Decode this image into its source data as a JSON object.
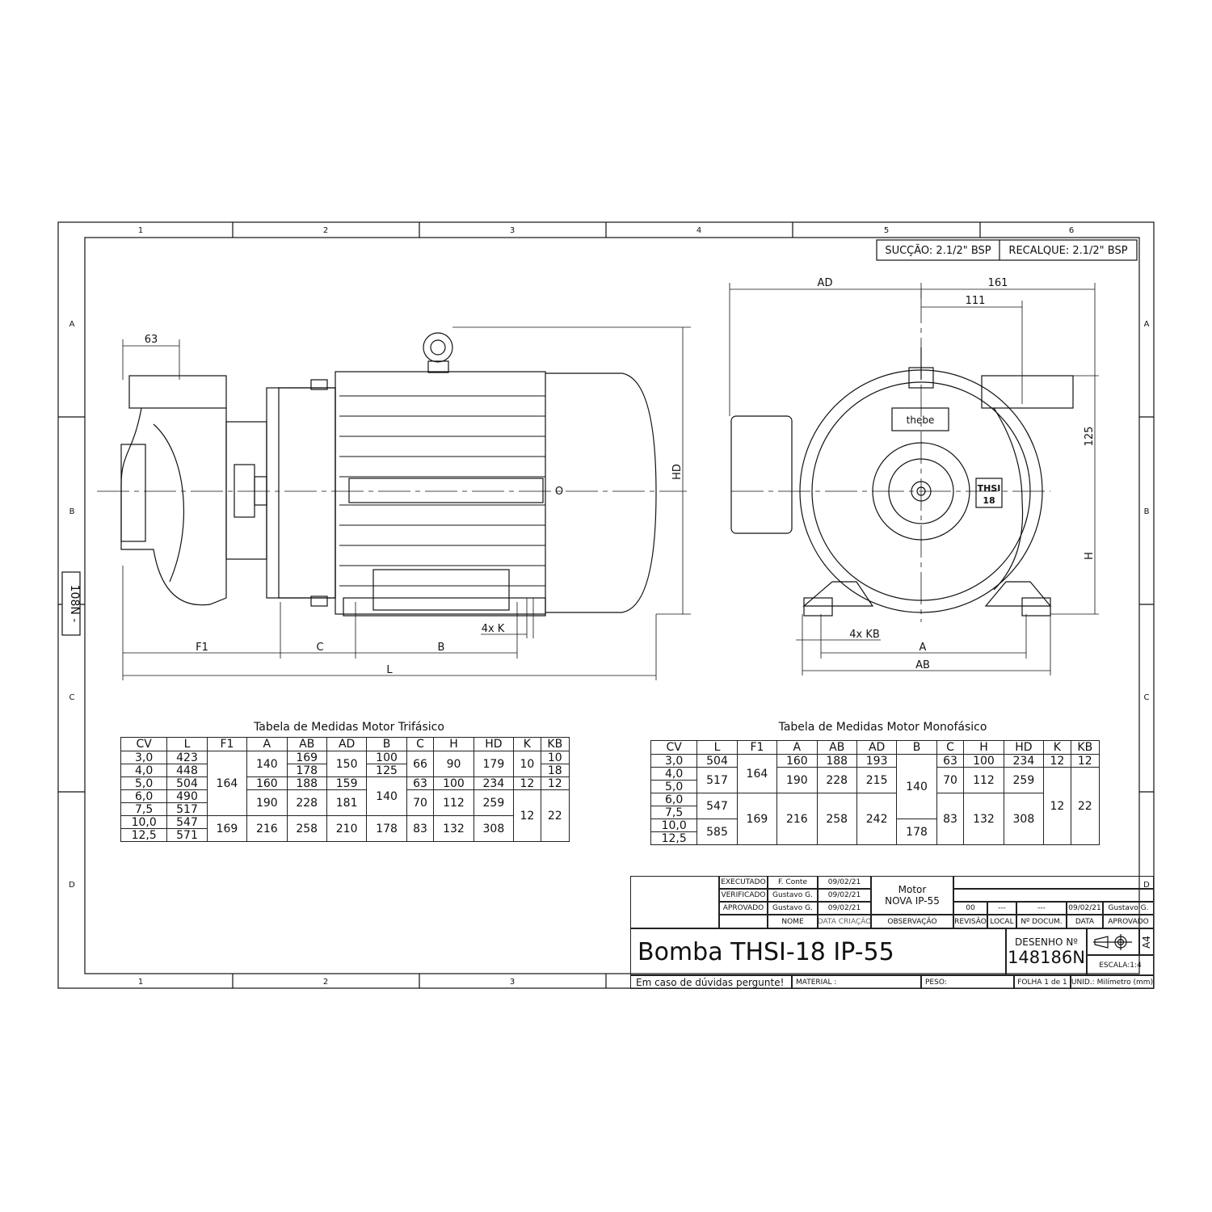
{
  "frame": {
    "columns": [
      "1",
      "2",
      "3",
      "4",
      "5",
      "6"
    ],
    "rows": [
      "A",
      "B",
      "C",
      "D"
    ],
    "side_code": "108N -"
  },
  "header": {
    "suction": "SUCÇÃO: 2.1/2\" BSP",
    "discharge": "RECALQUE: 2.1/2\" BSP"
  },
  "side_view": {
    "dim_63": "63",
    "dim_HD": "HD",
    "dim_F1": "F1",
    "dim_C": "C",
    "dim_B": "B",
    "dim_L": "L",
    "dim_4xK": "4x K",
    "axis_mark": "O"
  },
  "front_view": {
    "dim_AD": "AD",
    "dim_161": "161",
    "dim_111": "111",
    "dim_125": "125",
    "dim_H": "H",
    "dim_4xKB": "4x KB",
    "dim_A": "A",
    "dim_AB": "AB",
    "brand": "thebe",
    "model_badge_1": "THSI",
    "model_badge_2": "18"
  },
  "tables": [
    {
      "title": "Tabela de Medidas Motor Trifásico",
      "headers": [
        "CV",
        "L",
        "F1",
        "A",
        "AB",
        "AD",
        "B",
        "C",
        "H",
        "HD",
        "K",
        "KB"
      ],
      "columns": [
        [
          {
            "v": "3,0",
            "s": 1
          },
          {
            "v": "4,0",
            "s": 1
          },
          {
            "v": "5,0",
            "s": 1
          },
          {
            "v": "6,0",
            "s": 1
          },
          {
            "v": "7,5",
            "s": 1
          },
          {
            "v": "10,0",
            "s": 1
          },
          {
            "v": "12,5",
            "s": 1
          }
        ],
        [
          {
            "v": "423",
            "s": 1
          },
          {
            "v": "448",
            "s": 1
          },
          {
            "v": "504",
            "s": 1
          },
          {
            "v": "490",
            "s": 1
          },
          {
            "v": "517",
            "s": 1
          },
          {
            "v": "547",
            "s": 1
          },
          {
            "v": "571",
            "s": 1
          }
        ],
        [
          {
            "v": "164",
            "s": 5
          },
          {
            "v": "169",
            "s": 2
          }
        ],
        [
          {
            "v": "140",
            "s": 2
          },
          {
            "v": "160",
            "s": 1
          },
          {
            "v": "190",
            "s": 2
          },
          {
            "v": "216",
            "s": 2
          }
        ],
        [
          {
            "v": "169",
            "s": 1
          },
          {
            "v": "178",
            "s": 1
          },
          {
            "v": "188",
            "s": 1
          },
          {
            "v": "228",
            "s": 2
          },
          {
            "v": "258",
            "s": 2
          }
        ],
        [
          {
            "v": "150",
            "s": 2
          },
          {
            "v": "159",
            "s": 1
          },
          {
            "v": "181",
            "s": 2
          },
          {
            "v": "210",
            "s": 2
          }
        ],
        [
          {
            "v": "100",
            "s": 1
          },
          {
            "v": "125",
            "s": 1
          },
          {
            "v": "140",
            "s": 3
          },
          {
            "v": "178",
            "s": 2
          }
        ],
        [
          {
            "v": "66",
            "s": 2
          },
          {
            "v": "63",
            "s": 1
          },
          {
            "v": "70",
            "s": 2
          },
          {
            "v": "83",
            "s": 2
          }
        ],
        [
          {
            "v": "90",
            "s": 2
          },
          {
            "v": "100",
            "s": 1
          },
          {
            "v": "112",
            "s": 2
          },
          {
            "v": "132",
            "s": 2
          }
        ],
        [
          {
            "v": "179",
            "s": 2
          },
          {
            "v": "234",
            "s": 1
          },
          {
            "v": "259",
            "s": 2
          },
          {
            "v": "308",
            "s": 2
          }
        ],
        [
          {
            "v": "10",
            "s": 2
          },
          {
            "v": "12",
            "s": 1
          },
          {
            "v": "12",
            "s": 4
          }
        ],
        [
          {
            "v": "10",
            "s": 1
          },
          {
            "v": "18",
            "s": 1
          },
          {
            "v": "12",
            "s": 1
          },
          {
            "v": "22",
            "s": 4
          }
        ]
      ]
    },
    {
      "title": "Tabela de Medidas Motor Monofásico",
      "headers": [
        "CV",
        "L",
        "F1",
        "A",
        "AB",
        "AD",
        "B",
        "C",
        "H",
        "HD",
        "K",
        "KB"
      ],
      "columns": [
        [
          {
            "v": "3,0",
            "s": 1
          },
          {
            "v": "4,0",
            "s": 1
          },
          {
            "v": "5,0",
            "s": 1
          },
          {
            "v": "6,0",
            "s": 1
          },
          {
            "v": "7,5",
            "s": 1
          },
          {
            "v": "10,0",
            "s": 1
          },
          {
            "v": "12,5",
            "s": 1
          }
        ],
        [
          {
            "v": "504",
            "s": 1
          },
          {
            "v": "517",
            "s": 2
          },
          {
            "v": "547",
            "s": 2
          },
          {
            "v": "585",
            "s": 2
          }
        ],
        [
          {
            "v": "164",
            "s": 3
          },
          {
            "v": "169",
            "s": 4
          }
        ],
        [
          {
            "v": "160",
            "s": 1
          },
          {
            "v": "190",
            "s": 2
          },
          {
            "v": "216",
            "s": 4
          }
        ],
        [
          {
            "v": "188",
            "s": 1
          },
          {
            "v": "228",
            "s": 2
          },
          {
            "v": "258",
            "s": 4
          }
        ],
        [
          {
            "v": "193",
            "s": 1
          },
          {
            "v": "215",
            "s": 2
          },
          {
            "v": "242",
            "s": 4
          }
        ],
        [
          {
            "v": "140",
            "s": 5
          },
          {
            "v": "178",
            "s": 2
          }
        ],
        [
          {
            "v": "63",
            "s": 1
          },
          {
            "v": "70",
            "s": 2
          },
          {
            "v": "83",
            "s": 4
          }
        ],
        [
          {
            "v": "100",
            "s": 1
          },
          {
            "v": "112",
            "s": 2
          },
          {
            "v": "132",
            "s": 4
          }
        ],
        [
          {
            "v": "234",
            "s": 1
          },
          {
            "v": "259",
            "s": 2
          },
          {
            "v": "308",
            "s": 4
          }
        ],
        [
          {
            "v": "12",
            "s": 1
          },
          {
            "v": "12",
            "s": 6
          }
        ],
        [
          {
            "v": "12",
            "s": 1
          },
          {
            "v": "22",
            "s": 6
          }
        ]
      ]
    }
  ],
  "title_block": {
    "roles": [
      "EXECUTADO",
      "VERIFICADO",
      "APROVADO"
    ],
    "names": [
      "F. Conte",
      "Gustavo G.",
      "Gustavo G."
    ],
    "dates": [
      "09/02/21",
      "09/02/21",
      "09/02/21"
    ],
    "observation_1": "Motor",
    "observation_2": "NOVA IP-55",
    "col_name": "NOME",
    "col_date": "DATA CRIAÇÃO",
    "col_obs": "OBSERVAÇÃO",
    "revision": {
      "rev": "00",
      "local": "---",
      "doc": "---",
      "date": "09/02/21",
      "approved": "Gustavo G."
    },
    "rev_headers": [
      "REVISÃO",
      "LOCAL",
      "Nº DOCUM.",
      "DATA",
      "APROVADO"
    ],
    "title": "Bomba THSI-18 IP-55",
    "drawing_label": "DESENHO Nº",
    "drawing_number": "148186N",
    "sheet_size": "A4",
    "scale": "ESCALA:1:4",
    "note": "Em caso de dúvidas pergunte!",
    "material": "MATERIAL :",
    "weight": "PESO:",
    "sheet": "FOLHA 1 de 1",
    "units": "UNID.: Milímetro (mm)"
  }
}
